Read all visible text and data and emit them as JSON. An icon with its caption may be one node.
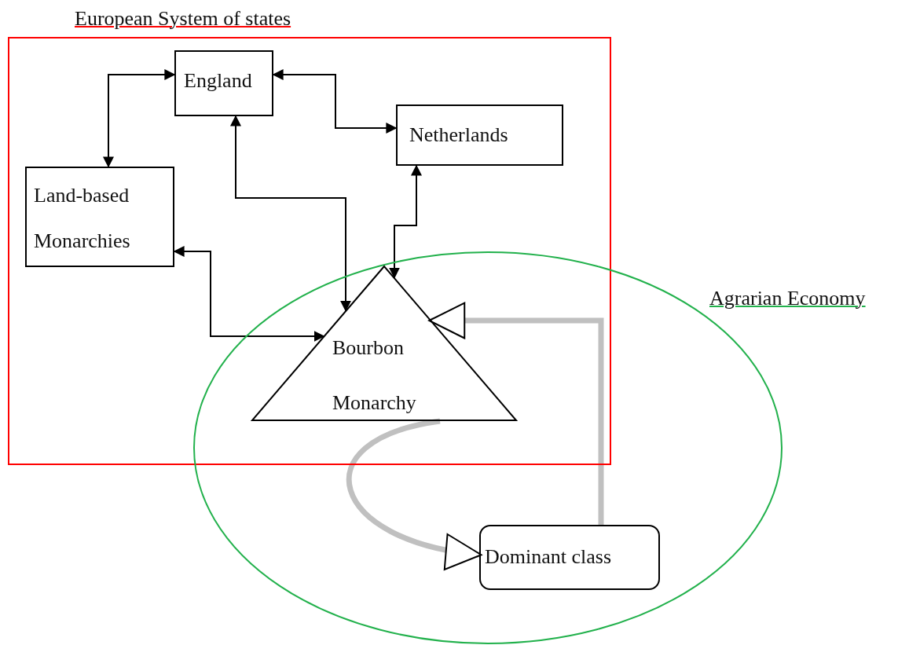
{
  "diagram": {
    "nodes": [
      {
        "text": [
          "European System of states"
        ]
      },
      {
        "text": [
          "England"
        ],
        "in": 0
      },
      {
        "text": [
          "Netherlands"
        ],
        "in": 0
      },
      {
        "text": [
          "Land-based Monarchies"
        ],
        "in": 0
      },
      {
        "text": [
          "Agrarian Economy"
        ]
      },
      {
        "text": [
          "Bourbon Monarchy"
        ]
      },
      {
        "text": [
          "Dominant class"
        ],
        "in": 4
      }
    ],
    "edges": [
      {
        "from": 1,
        "to": 3,
        "arrow": "both"
      },
      {
        "from": 1,
        "to": 2,
        "arrow": "both"
      },
      {
        "from": 1,
        "to": 5,
        "arrow": "both"
      },
      {
        "from": 2,
        "to": 5,
        "arrow": "both"
      },
      {
        "from": 3,
        "to": 5,
        "arrow": "both"
      },
      {
        "from": 5,
        "to": 6,
        "arrow": "to",
        "style": "thick",
        "color": "#c0c0c0"
      },
      {
        "from": 6,
        "to": 5,
        "arrow": "to",
        "style": "thick",
        "color": "#c0c0c0"
      }
    ]
  }
}
